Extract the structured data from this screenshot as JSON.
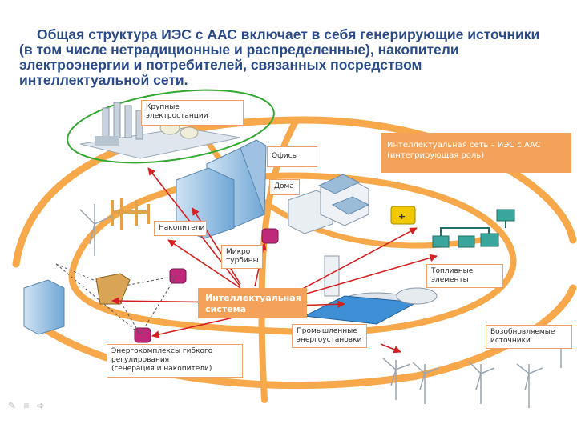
{
  "title": {
    "line1": "Общая структура ИЭС с ААС включает в себя генерирующие источники",
    "line2": "(в том числе нетрадиционные и распределенные), накопители",
    "line3": "электроэнергии и потребителей, связанных посредством",
    "line4": "интеллектуальной сети."
  },
  "labels": {
    "large_plants": [
      "Крупные",
      "электростанции"
    ],
    "offices": "Офисы",
    "houses": "Дома",
    "storage": "Накопители",
    "micro_turbines": [
      "Микро",
      "турбины"
    ],
    "fuel_cells": [
      "Топливные",
      "элементы"
    ],
    "industrial": [
      "Промышленные",
      "энергоустановки"
    ],
    "renewables": [
      "Возобновляемые",
      "источники"
    ],
    "flexible": [
      "Энергокомплексы гибкого",
      "регулирования",
      "(генерация и накопители)"
    ]
  },
  "callouts": {
    "smart_grid": [
      "Интеллектуальная сеть – ИЭС с ААС",
      "(интегрирующая роль)"
    ],
    "intelligent_system": [
      "Интеллектуальная",
      "система"
    ]
  },
  "colors": {
    "title": "#2b4a8a",
    "ring": "#f6a84a",
    "arrow": "#d42020",
    "highlight": "#33a833",
    "callout": "#f4a259"
  },
  "icons": {
    "nav": [
      "pencil-icon",
      "menu-icon",
      "arrow-right-icon"
    ]
  }
}
